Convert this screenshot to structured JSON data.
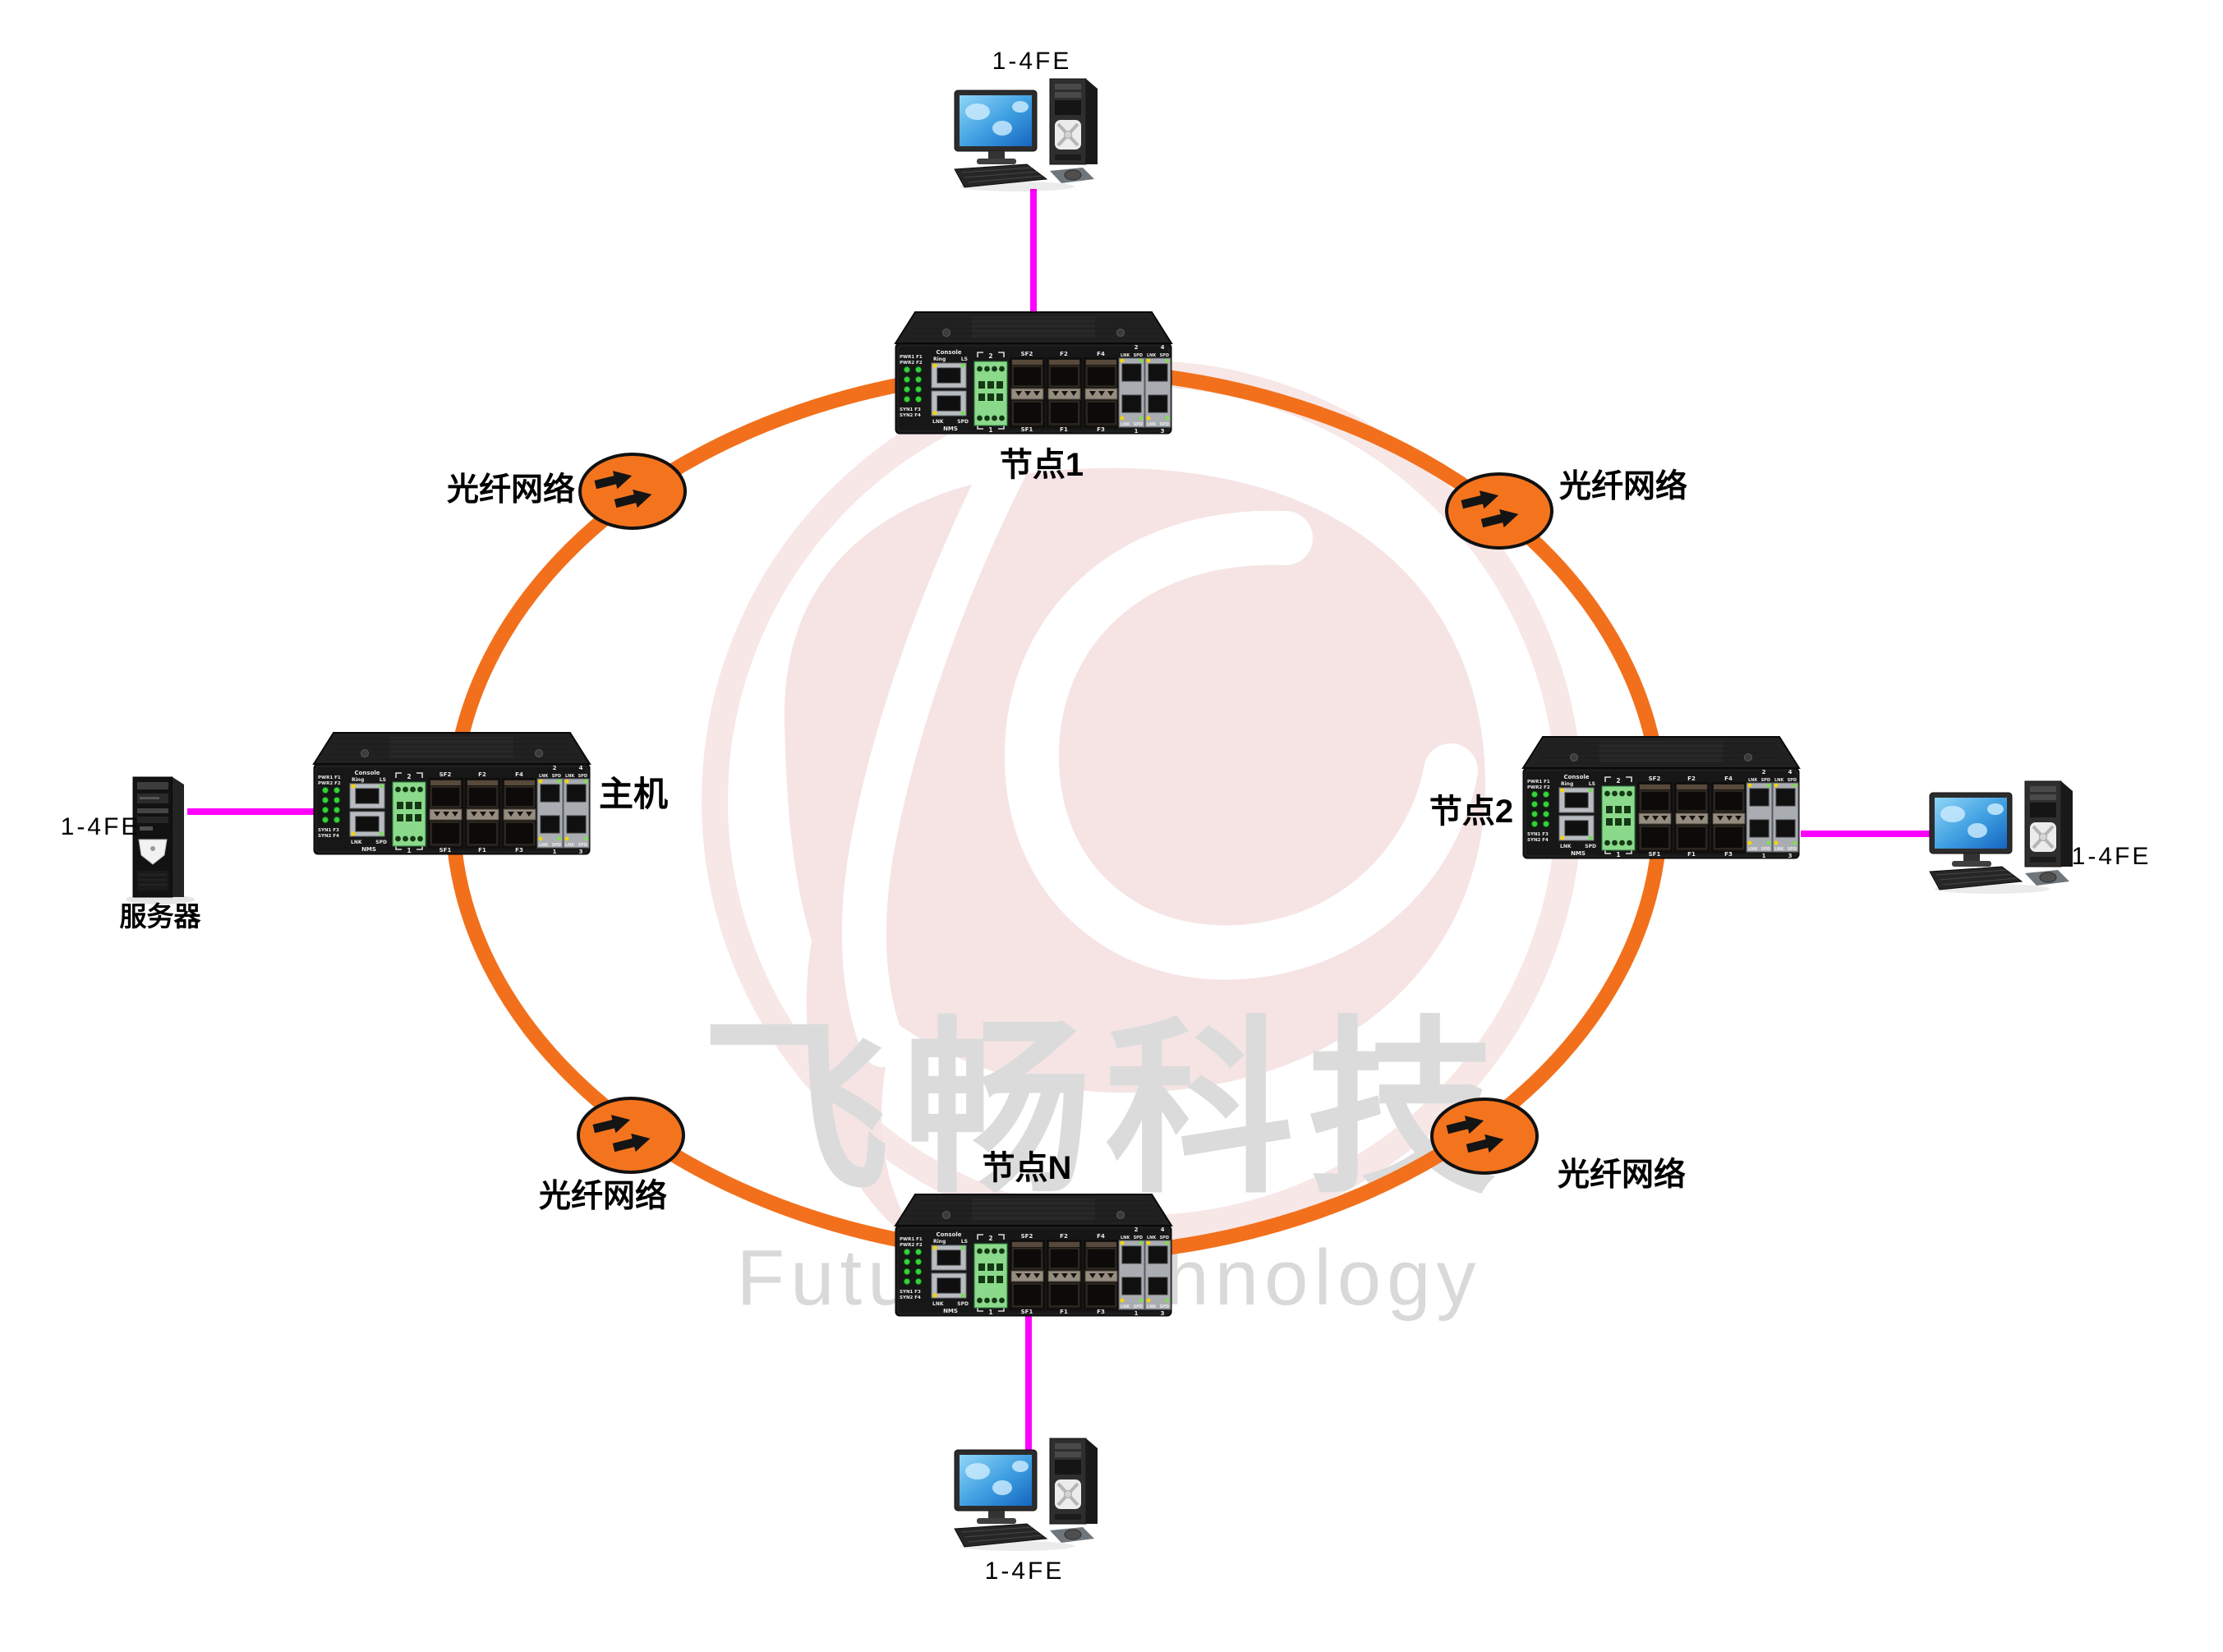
{
  "diagram_type": "fiber-ring-network-topology",
  "labels": {
    "fe": "1-4FE",
    "fiber": "光纤网络",
    "node_top": "节点1",
    "node_right": "节点2",
    "node_bottom": "节点N",
    "host": "主机",
    "server": "服务器"
  },
  "watermark": {
    "cn": "飞畅科技",
    "en": "Future Technology"
  },
  "colors": {
    "ring": "#F2701C",
    "node_oval": "#F4741E",
    "link": "#FF00FF",
    "watermark_pink": "#F6E4E4",
    "watermark_gray": "#DBDBDB"
  },
  "switch_panel": {
    "console": "Console",
    "ring": "Ring",
    "ls": "LS",
    "led_labels": [
      "PWR1 F1",
      "PWR2 F2",
      "SYN1 F3",
      "SYN2 F4"
    ],
    "lnk": "LNK",
    "spd": "SPD",
    "nms": "NMS",
    "terminal_top": "2",
    "terminal_bottom": "1",
    "sfp_top": [
      "SF2",
      "F2",
      "F4"
    ],
    "sfp_bottom": [
      "SF1",
      "F1",
      "F3"
    ],
    "rj45_top_ports": [
      "2",
      "4"
    ],
    "rj45_bottom_ports": [
      "1",
      "3"
    ]
  }
}
